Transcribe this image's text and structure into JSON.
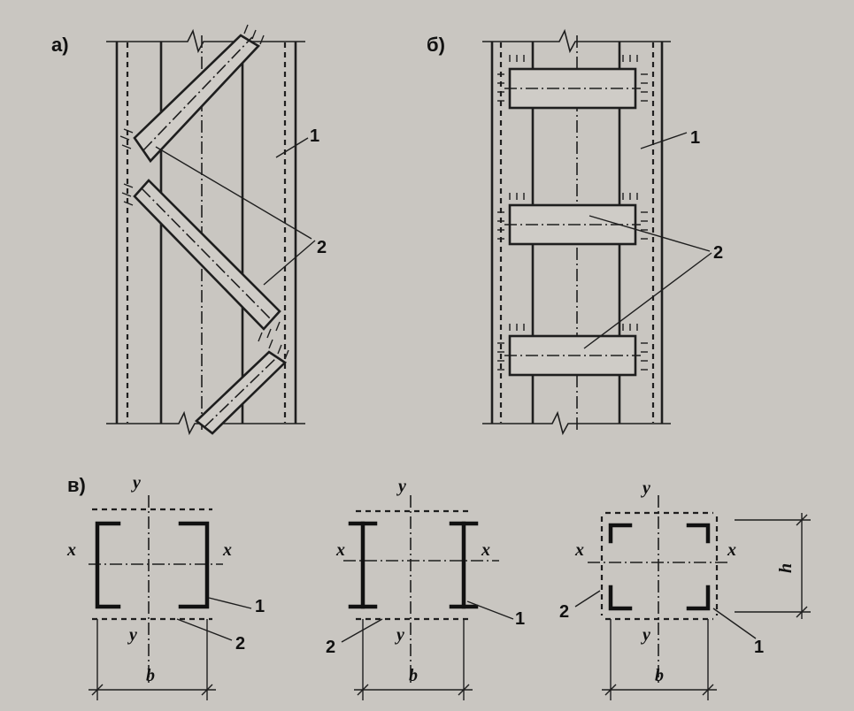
{
  "panels": {
    "a": {
      "label": "а)",
      "callout_1": "1",
      "callout_2": "2"
    },
    "b": {
      "label": "б)",
      "callout_1": "1",
      "callout_2": "2"
    },
    "c": {
      "label": "в)",
      "sections": [
        {
          "axis_y_top": "y",
          "axis_y_bottom": "y",
          "axis_x_left": "x",
          "axis_x_right": "x",
          "dim_b": "b",
          "callout_1": "1",
          "callout_2": "2"
        },
        {
          "axis_y_top": "y",
          "axis_y_bottom": "y",
          "axis_x_left": "x",
          "axis_x_right": "x",
          "dim_b": "b",
          "callout_1": "1",
          "callout_2": "2"
        },
        {
          "axis_y_top": "y",
          "axis_y_bottom": "y",
          "axis_x_left": "x",
          "axis_x_right": "x",
          "dim_b": "b",
          "dim_h": "h",
          "callout_1": "1",
          "callout_2": "2"
        }
      ]
    }
  },
  "colors": {
    "paper": "#c9c6c1",
    "ink": "#1e1e1e"
  }
}
